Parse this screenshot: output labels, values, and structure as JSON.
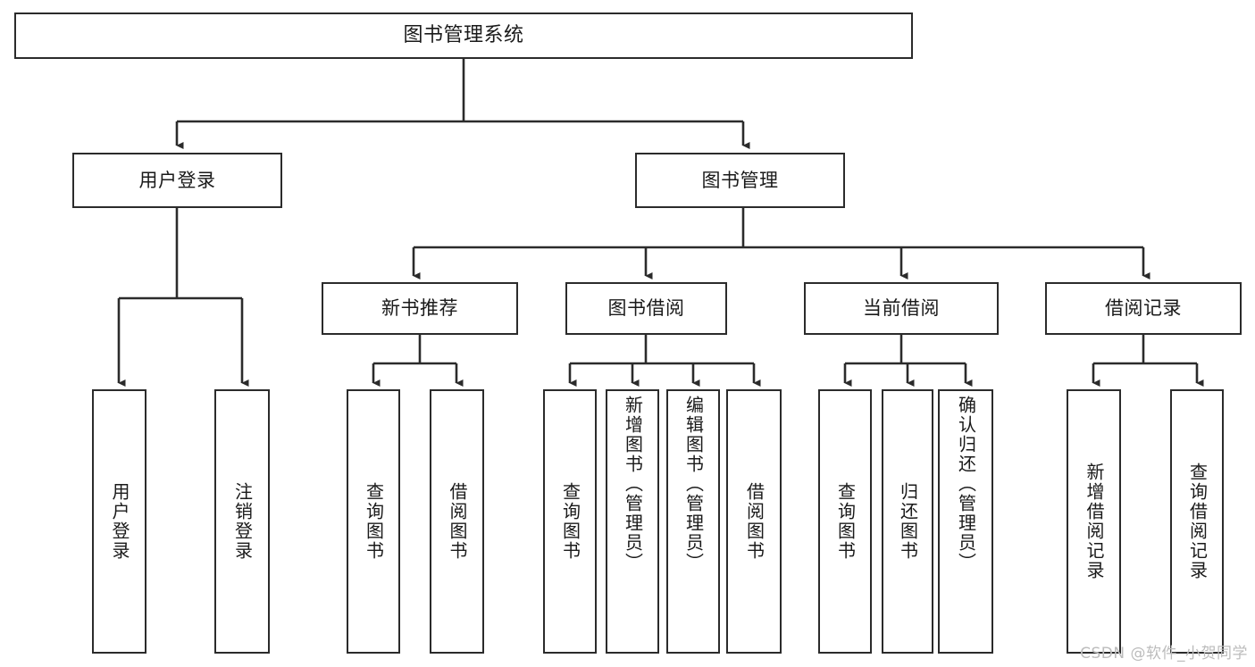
{
  "diagram": {
    "title": "图书管理系统",
    "watermark": "CSDN @软件_小贺同学",
    "line_color": "#2b2b2b",
    "box_fill": "#ffffff",
    "text_color": "#1a1a1a",
    "watermark_color": "#bcbcbc"
  },
  "nodes": {
    "root": {
      "label": "图书管理系统"
    },
    "level2": [
      {
        "label": "用户登录"
      },
      {
        "label": "图书管理"
      }
    ],
    "level3": [
      {
        "label": "新书推荐"
      },
      {
        "label": "图书借阅"
      },
      {
        "label": "当前借阅"
      },
      {
        "label": "借阅记录"
      }
    ],
    "leaves": {
      "user_login": [
        {
          "label": "用户登录"
        },
        {
          "label": "注销登录"
        }
      ],
      "new_book_recommend": [
        {
          "label": "查询图书"
        },
        {
          "label": "借阅图书"
        }
      ],
      "book_borrow": [
        {
          "label": "查询图书"
        },
        {
          "label": "新增图书（管理员）"
        },
        {
          "label": "编辑图书（管理员）"
        },
        {
          "label": "借阅图书"
        }
      ],
      "current_borrow": [
        {
          "label": "查询图书"
        },
        {
          "label": "归还图书"
        },
        {
          "label": "确认归还（管理员）"
        }
      ],
      "borrow_record": [
        {
          "label": "新增借阅记录"
        },
        {
          "label": "查询借阅记录"
        }
      ]
    }
  }
}
